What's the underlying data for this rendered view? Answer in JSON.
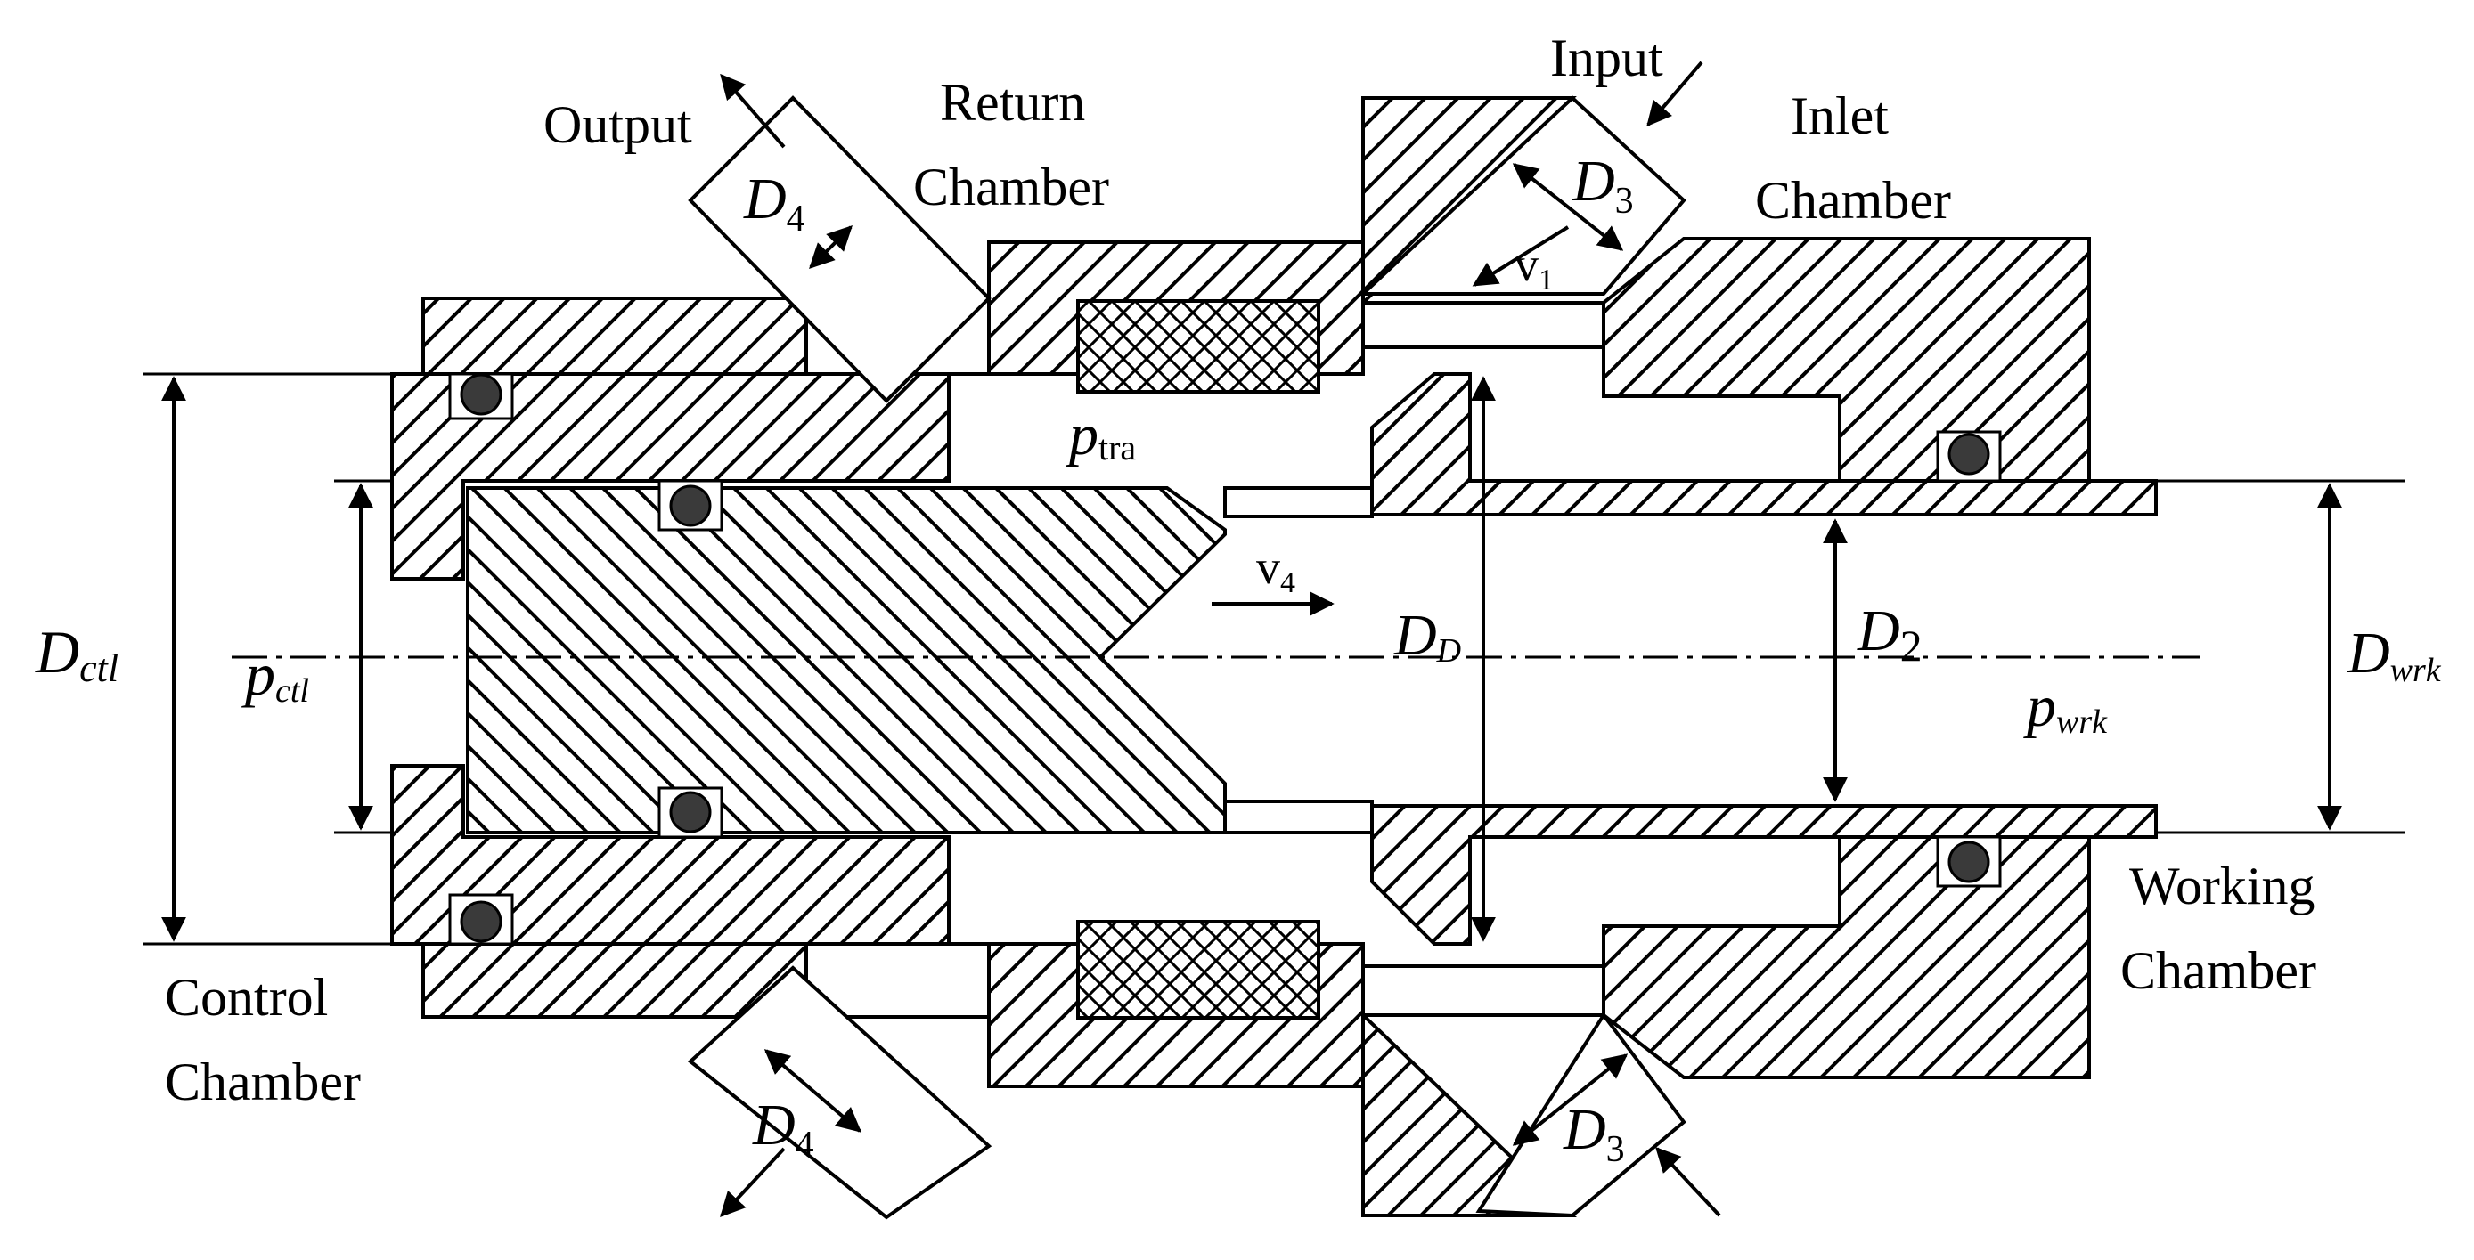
{
  "labels": {
    "output": "Output",
    "input": "Input",
    "return_chamber": [
      "Return",
      "Chamber"
    ],
    "inlet_chamber": [
      "Inlet",
      "Chamber"
    ],
    "control_chamber": [
      "Control",
      "Chamber"
    ],
    "working_chamber": [
      "Working",
      "Chamber"
    ]
  },
  "symbols": {
    "d4_base": "D",
    "d4_sub": "4",
    "d3_base": "D",
    "d3_sub": "3",
    "v1_base": "v",
    "v1_sub": "1",
    "v4_base": "v",
    "v4_sub": "4",
    "ptra_base": "p",
    "ptra_sub": "tra",
    "dctl_base": "D",
    "dctl_sub": "ctl",
    "pctl_base": "p",
    "pctl_sub": "ctl",
    "dd_base": "D",
    "dd_sub": "D",
    "d2_base": "D",
    "d2_sub": "2",
    "pwrk_base": "p",
    "pwrk_sub": "wrk",
    "dwrk_base": "D",
    "dwrk_sub": "wrk"
  },
  "colors": {
    "line": "#000000",
    "seal": "#3a3a3a",
    "background": "#ffffff"
  }
}
